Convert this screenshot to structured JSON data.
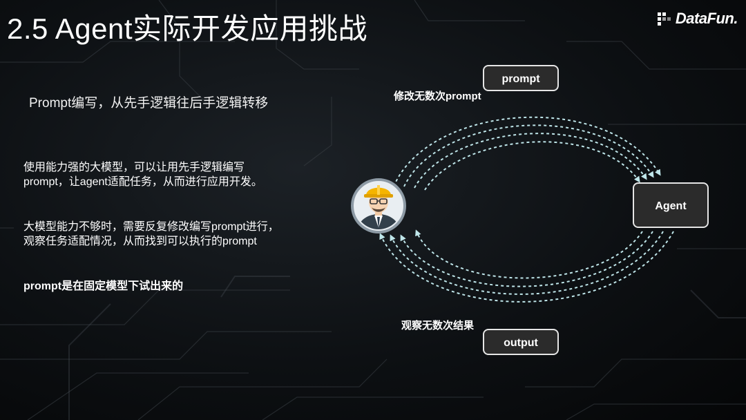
{
  "slide": {
    "title": "2.5 Agent实际开发应用挑战",
    "logo_text": "DataFun.",
    "subtitle": "Prompt编写，从先手逻辑往后手逻辑转移",
    "paragraphs": [
      "使用能力强的大模型，可以让用先手逻辑编写prompt，让agent适配任务，从而进行应用开发。",
      "大模型能力不够时，需要反复修改编写prompt进行，观察任务适配情况，从而找到可以执行的prompt",
      "prompt是在固定模型下试出来的"
    ]
  },
  "diagram": {
    "nodes": {
      "prompt": "prompt",
      "agent": "Agent",
      "output": "output"
    },
    "annotations": {
      "top": "修改无数次prompt",
      "bottom": "观察无数次结果"
    },
    "developer_icon": "engineer-hardhat-icon",
    "colors": {
      "arrow": "#bfe6ea",
      "node_border": "#e6e6e6",
      "node_fill": "#2b2b2b",
      "hardhat": "#f5b400"
    }
  }
}
